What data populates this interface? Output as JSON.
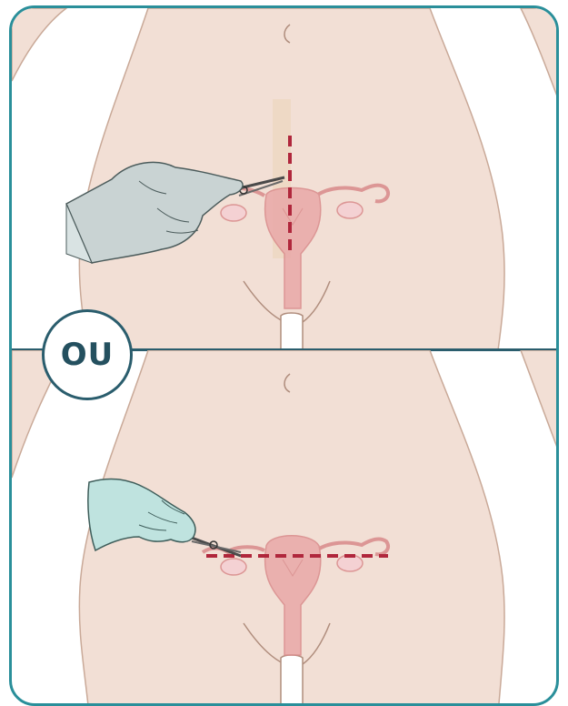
{
  "separator": {
    "label": "OU"
  },
  "colors": {
    "frame": "#2a8f9a",
    "skin": "#f2dfd5",
    "uterus": "#e9a8a8",
    "incision": "#b0273c",
    "glove_top": "#c9d3d3",
    "glove_bottom": "#bfe3df"
  },
  "panels": [
    {
      "name": "top",
      "incision": "vertical"
    },
    {
      "name": "bottom",
      "incision": "horizontal"
    }
  ]
}
